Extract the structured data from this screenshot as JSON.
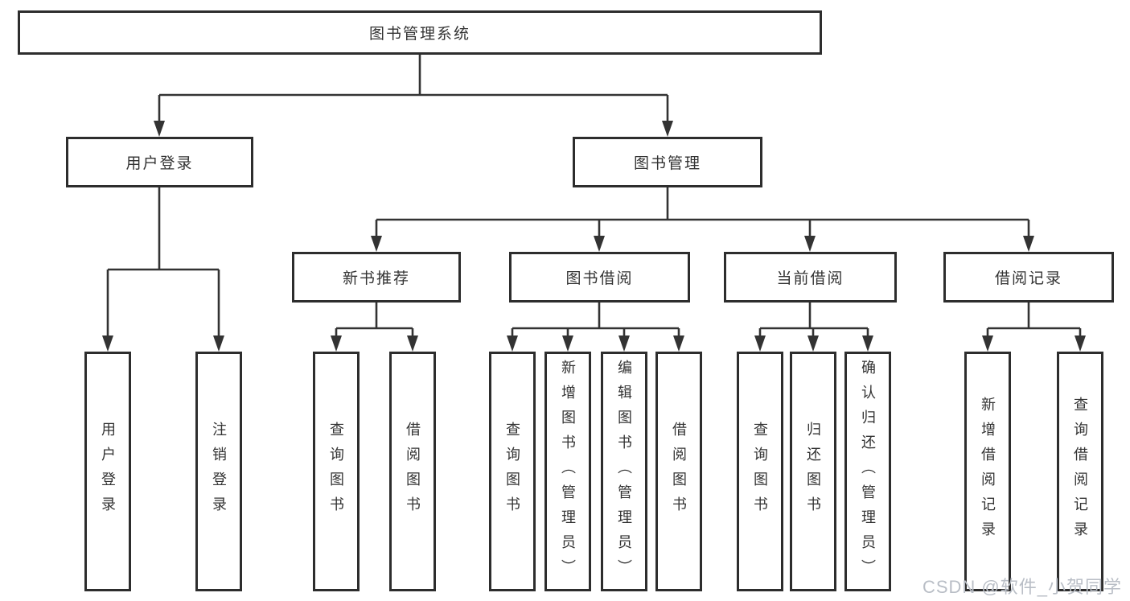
{
  "diagram_type": "functional-structure-tree",
  "tree": {
    "label": "图书管理系统",
    "children": [
      {
        "label": "用户登录",
        "children": [
          {
            "label": "用户登录"
          },
          {
            "label": "注销登录"
          }
        ]
      },
      {
        "label": "图书管理",
        "children": [
          {
            "label": "新书推荐",
            "children": [
              {
                "label": "查询图书"
              },
              {
                "label": "借阅图书"
              }
            ]
          },
          {
            "label": "图书借阅",
            "children": [
              {
                "label": "查询图书"
              },
              {
                "label": "新增图书（管理员）"
              },
              {
                "label": "编辑图书（管理员）"
              },
              {
                "label": "借阅图书"
              }
            ]
          },
          {
            "label": "当前借阅",
            "children": [
              {
                "label": "查询图书"
              },
              {
                "label": "归还图书"
              },
              {
                "label": "确认归还（管理员）"
              }
            ]
          },
          {
            "label": "借阅记录",
            "children": [
              {
                "label": "新增借阅记录"
              },
              {
                "label": "查询借阅记录"
              }
            ]
          }
        ]
      }
    ]
  },
  "watermark": {
    "text": "CSDN @软件_小贺同学"
  },
  "colors": {
    "background": "#ffffff",
    "box_border": "#2d2d2d",
    "connector_line": "#333333",
    "text": "#333333",
    "watermark": "#b9bec6"
  }
}
